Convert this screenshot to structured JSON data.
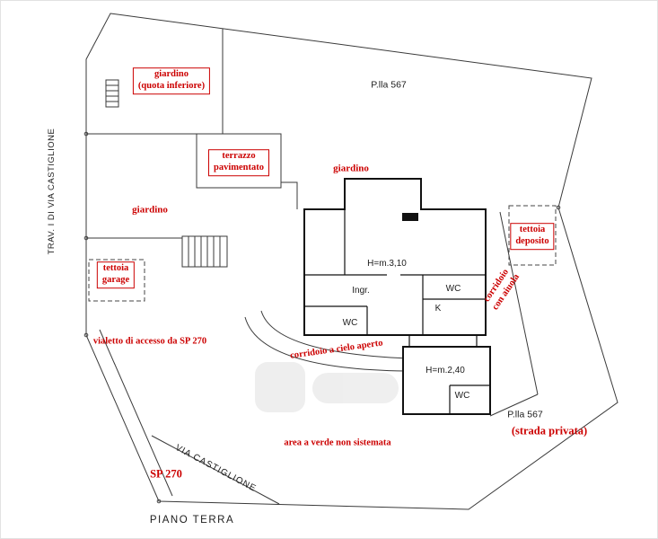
{
  "plan": {
    "title": "PIANO TERRA",
    "street_vertical": "TRAV. I DI VIA CASTIGLIONE",
    "parcel_top": "P.lla 567",
    "parcel_bottom": "P.lla 567",
    "strada_privata": "(strada privata)",
    "road_name": "VIA CASTIGLIONE",
    "road_code": "SP 270"
  },
  "areas": {
    "giardino_quota_inferiore": "giardino\n(quota inferiore)",
    "terrazzo_pavimentato": "terrazzo\npavimentato",
    "giardino_center": "giardino",
    "giardino_left": "giardino",
    "tettoia_deposito": "tettoia\ndeposito",
    "tettoia_garage": "tettoia\ngarage",
    "corridoio_con_aiuola": "corridoio\ncon aiuola",
    "vialetto": "vialetto di accesso da SP 270",
    "corridoio_cielo_aperto": "corridoio a cielo aperto",
    "area_verde": "area a verde non sistemata"
  },
  "rooms": {
    "h_310": "H=m.3,10",
    "ingresso": "Ingr.",
    "wc_1": "WC",
    "cucina": "K",
    "wc_2": "WC",
    "h_240": "H=m.2,40",
    "wc_3": "WC"
  },
  "colors": {
    "label_red": "#cc0000",
    "line_black": "#1c1c1c"
  }
}
